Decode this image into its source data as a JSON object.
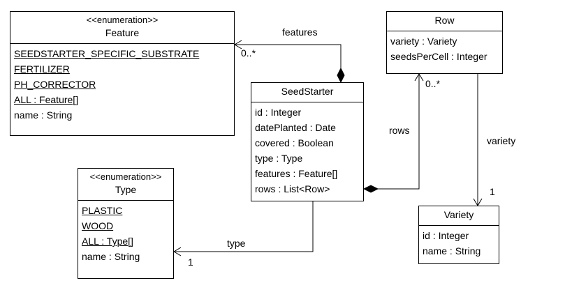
{
  "classes": {
    "feature": {
      "stereotype": "<<enumeration>>",
      "name": "Feature",
      "literals": [
        "SEEDSTARTER_SPECIFIC_SUBSTRATE",
        "FERTILIZER",
        "PH_CORRECTOR",
        "ALL : Feature[]"
      ],
      "attributes": [
        "name : String"
      ]
    },
    "seedstarter": {
      "name": "SeedStarter",
      "attributes": [
        "id : Integer",
        "datePlanted : Date",
        "covered : Boolean",
        "type : Type",
        "features : Feature[]",
        "rows : List<Row>"
      ]
    },
    "row": {
      "name": "Row",
      "attributes": [
        "variety : Variety",
        "seedsPerCell : Integer"
      ]
    },
    "type": {
      "stereotype": "<<enumeration>>",
      "name": "Type",
      "literals": [
        "PLASTIC",
        "WOOD",
        "ALL : Type[]"
      ],
      "attributes": [
        "name : String"
      ]
    },
    "variety": {
      "name": "Variety",
      "attributes": [
        "id : Integer",
        "name : String"
      ]
    }
  },
  "associations": {
    "features": {
      "role": "features",
      "multiplicity": "0..*"
    },
    "rows": {
      "role": "rows",
      "multiplicity": "0..*"
    },
    "type": {
      "role": "type",
      "multiplicity": "1"
    },
    "variety": {
      "role": "variety",
      "multiplicity": "1"
    }
  }
}
